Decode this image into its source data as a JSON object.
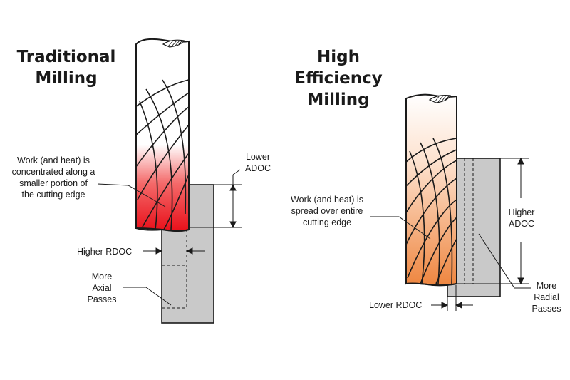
{
  "left_panel": {
    "title_lines": [
      "Traditional",
      "Milling"
    ],
    "work_note_lines": [
      "Work (and heat) is",
      "concentrated along a",
      "smaller portion of",
      "the cutting edge"
    ],
    "adoc_lines": [
      "Lower",
      "ADOC"
    ],
    "rdoc_label": "Higher RDOC",
    "passes_lines": [
      "More",
      "Axial",
      "Passes"
    ]
  },
  "right_panel": {
    "title_lines": [
      "High",
      "Efficiency",
      "Milling"
    ],
    "work_note_lines": [
      "Work (and heat) is",
      "spread over entire",
      "cutting edge"
    ],
    "adoc_lines": [
      "Higher",
      "ADOC"
    ],
    "rdoc_label": "Lower RDOC",
    "passes_lines": [
      "More",
      "Radial",
      "Passes"
    ]
  },
  "colors": {
    "heat_red": "#e8101a",
    "heat_orange": "#ef8a45",
    "workpiece_gray": "#c9c9c9",
    "outline": "#1a1a1a"
  }
}
